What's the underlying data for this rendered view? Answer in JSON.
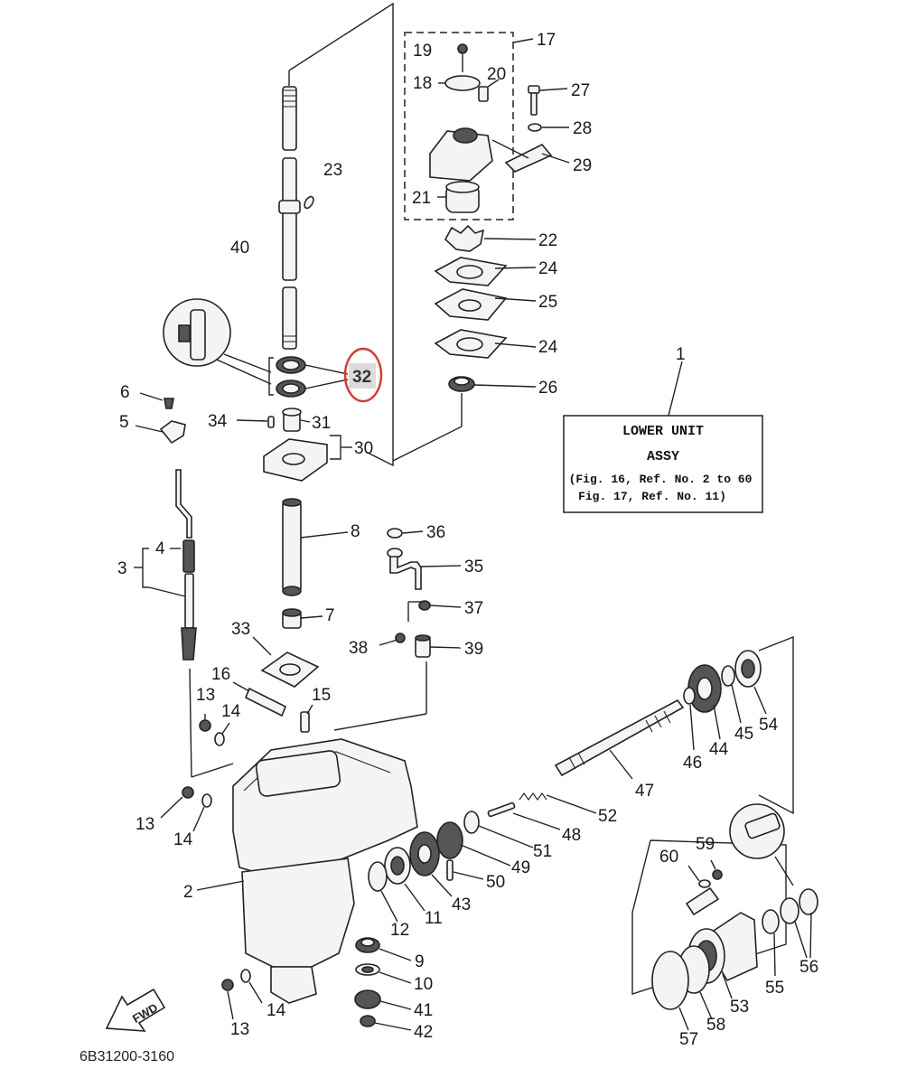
{
  "diagram": {
    "drawing_number": "6B31200-3160",
    "highlighted_callout": "32",
    "highlight_color": "#e0342a",
    "fwd_label": "FWD"
  },
  "info_box": {
    "ref": "1",
    "title": "LOWER UNIT",
    "subtitle": "ASSY",
    "line1": "(Fig. 16, Ref. No. 2 to 60",
    "line2": "Fig. 17, Ref. No. 11)"
  },
  "callouts": {
    "c2": "2",
    "c3": "3",
    "c4": "4",
    "c5": "5",
    "c6": "6",
    "c7": "7",
    "c8": "8",
    "c9": "9",
    "c10": "10",
    "c11": "11",
    "c12": "12",
    "c13a": "13",
    "c13b": "13",
    "c13c": "13",
    "c14a": "14",
    "c14b": "14",
    "c14c": "14",
    "c15": "15",
    "c16": "16",
    "c17": "17",
    "c18": "18",
    "c19": "19",
    "c20": "20",
    "c21": "21",
    "c22": "22",
    "c23": "23",
    "c24a": "24",
    "c24b": "24",
    "c25": "25",
    "c26": "26",
    "c27": "27",
    "c28": "28",
    "c29": "29",
    "c30": "30",
    "c31": "31",
    "c32": "32",
    "c33": "33",
    "c34": "34",
    "c35": "35",
    "c36": "36",
    "c37": "37",
    "c38": "38",
    "c39": "39",
    "c40": "40",
    "c41": "41",
    "c42": "42",
    "c43": "43",
    "c44": "44",
    "c45": "45",
    "c46": "46",
    "c47": "47",
    "c48": "48",
    "c49": "49",
    "c50": "50",
    "c51": "51",
    "c52": "52",
    "c53": "53",
    "c54": "54",
    "c55": "55",
    "c56": "56",
    "c57": "57",
    "c58": "58",
    "c59": "59",
    "c60": "60"
  }
}
